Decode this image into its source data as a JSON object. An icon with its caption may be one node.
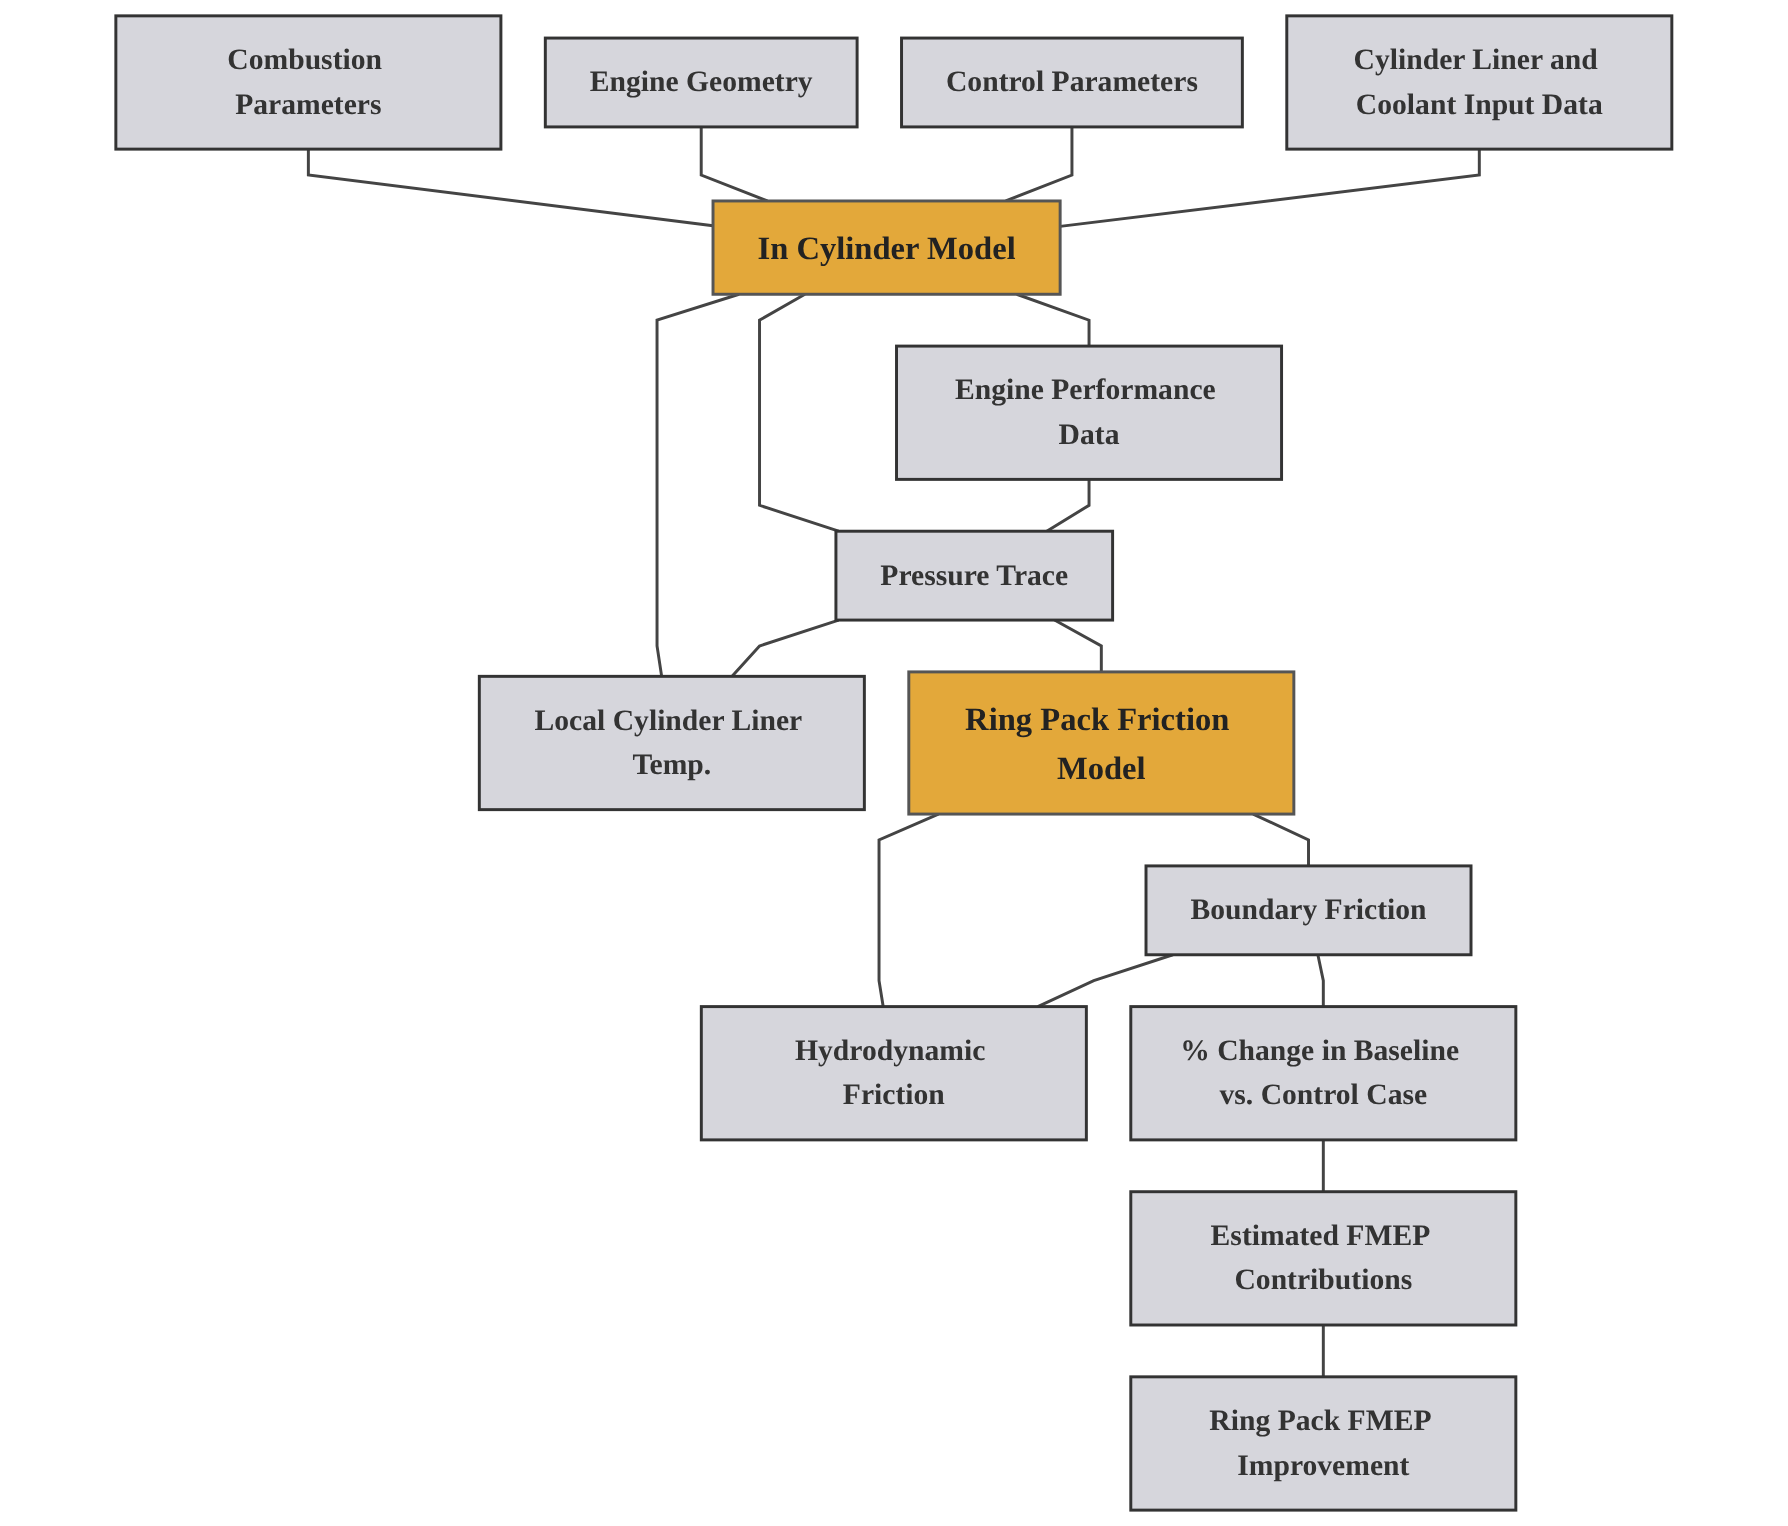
{
  "diagram": {
    "nodes": [
      {
        "text": [
          "Combustion Parameters"
        ]
      },
      {
        "text": [
          "Engine Geometry"
        ]
      },
      {
        "text": [
          "Control Parameters"
        ]
      },
      {
        "text": [
          "Cylinder Liner and Coolant Input Data"
        ]
      },
      {
        "text": [
          "In Cylinder Model"
        ]
      },
      {
        "text": [
          "Engine Performance Data"
        ]
      },
      {
        "text": [
          "Pressure Trace"
        ]
      },
      {
        "text": [
          "Local Cylinder Liner Temp."
        ]
      },
      {
        "text": [
          "Ring Pack Friction Model"
        ]
      },
      {
        "text": [
          "Boundary Friction"
        ]
      },
      {
        "text": [
          "Hydrodynamic Friction"
        ]
      },
      {
        "text": [
          "% Change in Baseline vs. Control Case"
        ]
      },
      {
        "text": [
          "Estimated FMEP Contributions"
        ]
      },
      {
        "text": [
          "Ring Pack FMEP Improvement"
        ]
      }
    ],
    "edges": [
      {
        "from": 0,
        "to": 4,
        "arrow": "none"
      },
      {
        "from": 1,
        "to": 4,
        "arrow": "none"
      },
      {
        "from": 2,
        "to": 4,
        "arrow": "none"
      },
      {
        "from": 3,
        "to": 4,
        "arrow": "none"
      },
      {
        "from": 4,
        "to": 5,
        "arrow": "none"
      },
      {
        "from": 4,
        "to": 6,
        "arrow": "none"
      },
      {
        "from": 4,
        "to": 7,
        "arrow": "none"
      },
      {
        "from": 5,
        "to": 6,
        "arrow": "none"
      },
      {
        "from": 6,
        "to": 7,
        "arrow": "none"
      },
      {
        "from": 6,
        "to": 8,
        "arrow": "none"
      },
      {
        "from": 8,
        "to": 9,
        "arrow": "none"
      },
      {
        "from": 8,
        "to": 10,
        "arrow": "none"
      },
      {
        "from": 9,
        "to": 10,
        "arrow": "none"
      },
      {
        "from": 9,
        "to": 11,
        "arrow": "none"
      },
      {
        "from": 11,
        "to": 12,
        "arrow": "none"
      },
      {
        "from": 12,
        "to": 13,
        "arrow": "none"
      }
    ]
  }
}
